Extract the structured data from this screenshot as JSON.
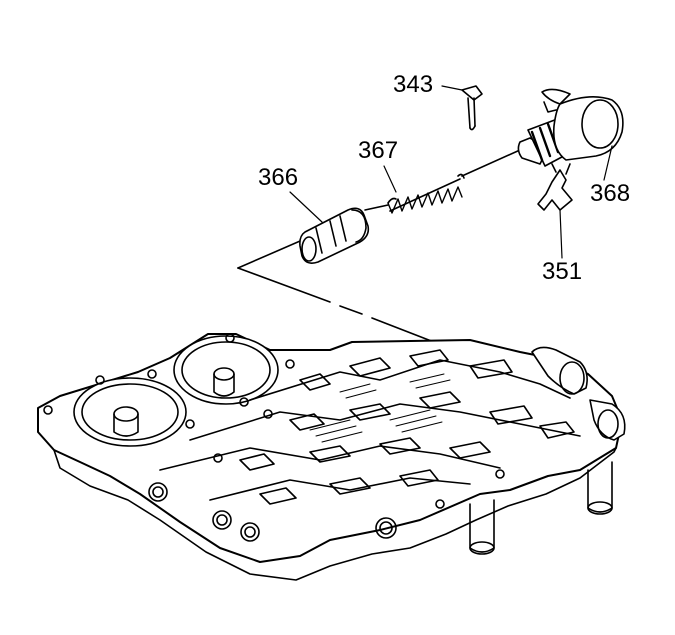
{
  "callouts": {
    "c343": "343",
    "c367": "367",
    "c366": "366",
    "c368": "368",
    "c351": "351"
  }
}
